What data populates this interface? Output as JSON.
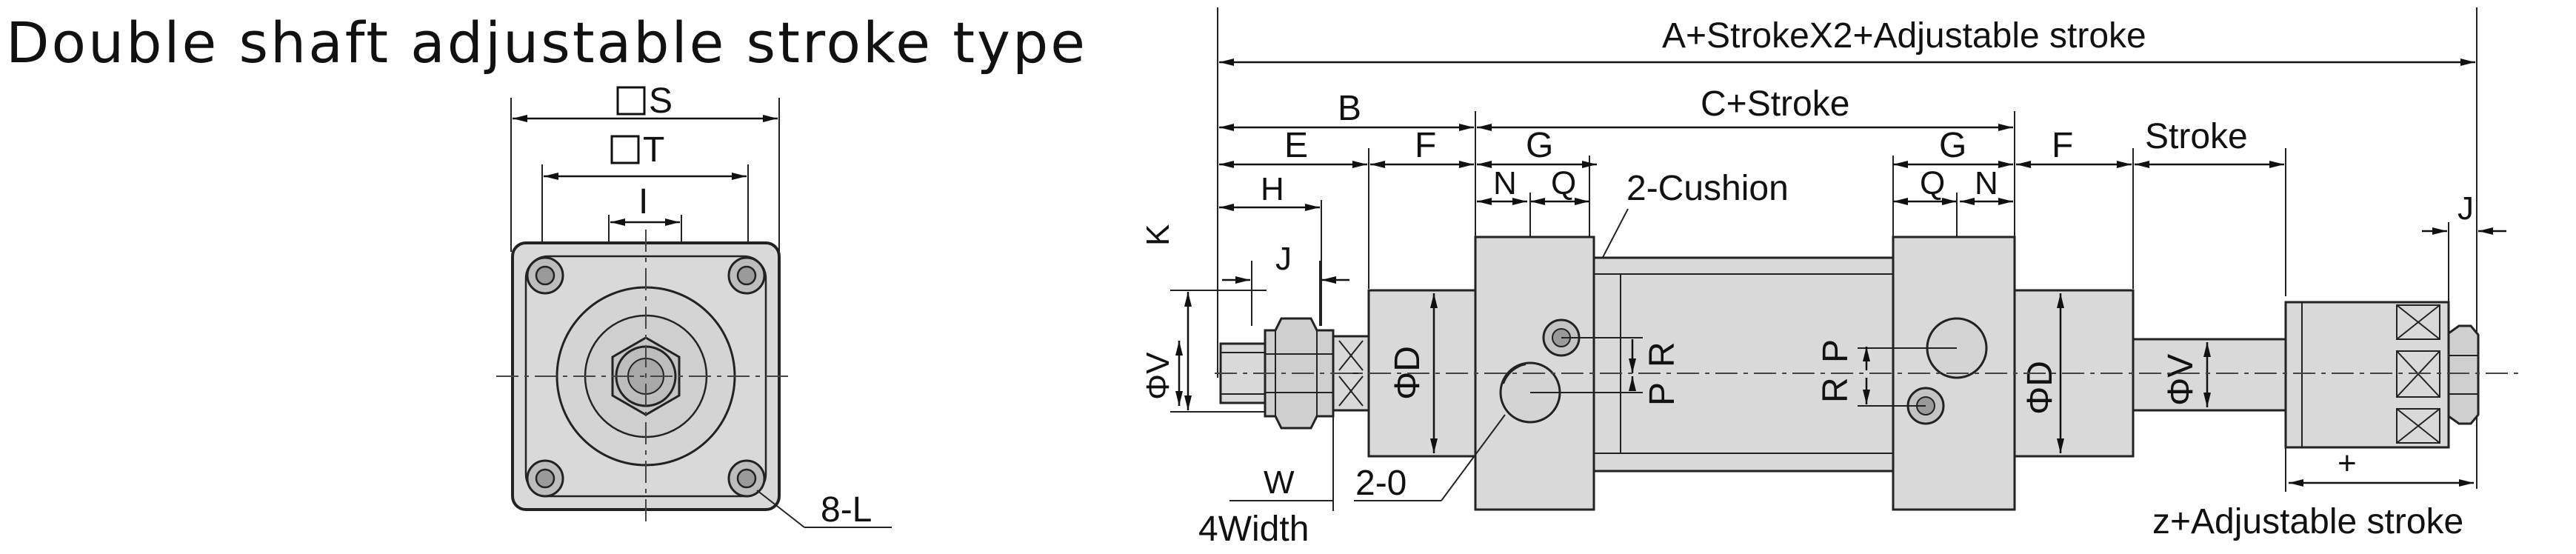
{
  "title": "Double shaft adjustable stroke type",
  "labels": {
    "s": "S",
    "t": "T",
    "i": "I",
    "eight_l": "8-L",
    "total_length": "A+StrokeX2+Adjustable stroke",
    "b": "B",
    "c_stroke": "C+Stroke",
    "e": "E",
    "f_left": "F",
    "g_left": "G",
    "g_right": "G",
    "f_right": "F",
    "stroke": "Stroke",
    "h": "H",
    "n_left": "N",
    "q_left": "Q",
    "cushion": "2-Cushion",
    "q_right": "Q",
    "n_right": "N",
    "k": "K",
    "j_left": "J",
    "j_right": "J",
    "phi_v_left": "ΦV",
    "phi_d_left": "ΦD",
    "p_left": "P",
    "r_left": "R",
    "r_right": "R",
    "p_right": "P",
    "phi_d_right": "ΦD",
    "phi_v_right": "ΦV",
    "w": "W",
    "four_width": "4Width",
    "two_o": "2-0",
    "plus": "+",
    "z_adjust": "z+Adjustable stroke"
  },
  "colors": {
    "body_fill": "#d9d9d9",
    "line": "#222222",
    "background": "#ffffff"
  }
}
